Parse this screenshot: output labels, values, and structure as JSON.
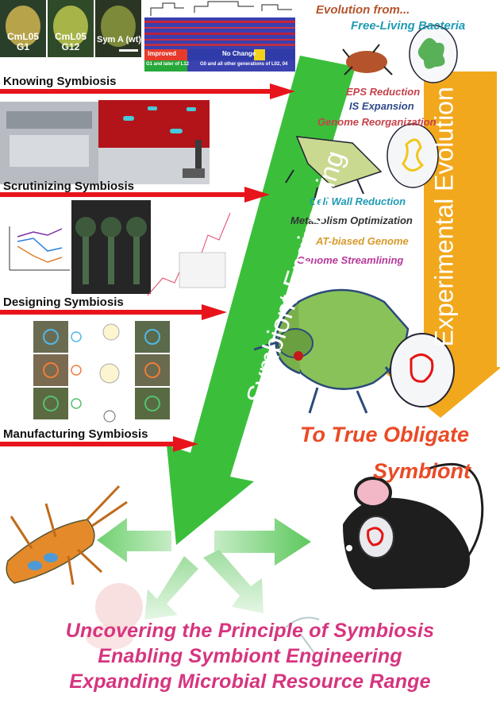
{
  "photos": {
    "strain_1": [
      "CmL05",
      "G1"
    ],
    "strain_2": [
      "CmL05",
      "G12"
    ],
    "strain_3": [
      "Sym A (wt)"
    ]
  },
  "heatmap": {
    "improved": "Improved",
    "no_change": "No Change",
    "footer_left": "G1 and later of L12",
    "footer_right": "G0 and all other generations of L02, 04"
  },
  "left_panels": [
    "Knowing Symbiosis",
    "Scrutinizing Symbiosis",
    "Designing Symbiosis",
    "Manufacturing Symbiosis"
  ],
  "evolution": {
    "header": "Evolution from...",
    "origin": "Free-Living Bacteria",
    "stage1": [
      "EPS Reduction",
      "IS Expansion",
      "Genome Reorganization"
    ],
    "stage2": [
      "Cell Wall Reduction",
      "Metabolism Optimization",
      "AT-biased Genome",
      "Genome Streamlining"
    ]
  },
  "arrows": {
    "green": "Symbiont Engineering",
    "orange": "Experimental Evolution"
  },
  "outcome": [
    "To True Obligate",
    "Symbiont"
  ],
  "goals": [
    "Uncovering  the Principle of Symbiosis",
    "Enabling Symbiont Engineering",
    "Expanding Microbial Resource Range"
  ],
  "colors": {
    "green_arrow": "#3bbf3b",
    "orange_arrow": "#f2a81d",
    "red_arrow": "#e8141c",
    "goal_text": "#d6357f",
    "outcome_text": "#ea4a25"
  }
}
